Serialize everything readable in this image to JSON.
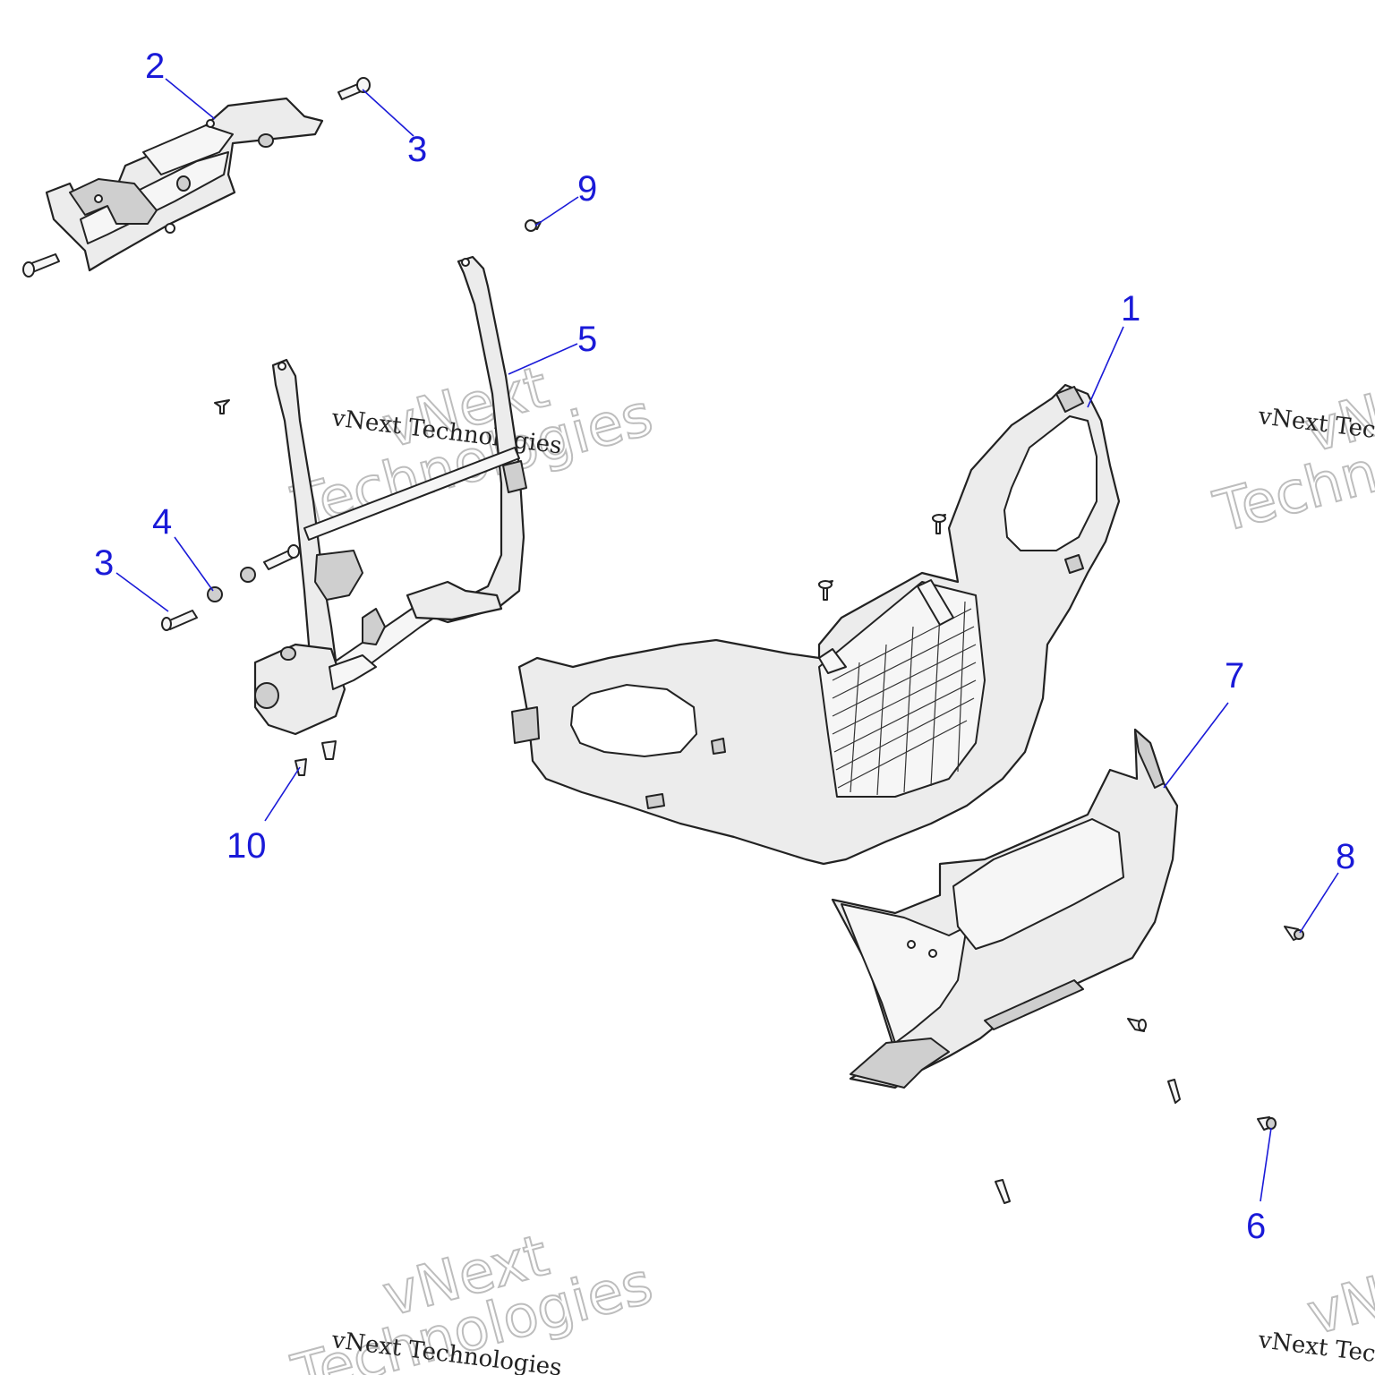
{
  "callouts": [
    {
      "id": "1",
      "label": "1"
    },
    {
      "id": "2",
      "label": "2"
    },
    {
      "id": "3a",
      "label": "3"
    },
    {
      "id": "3b",
      "label": "3"
    },
    {
      "id": "4",
      "label": "4"
    },
    {
      "id": "5",
      "label": "5"
    },
    {
      "id": "6",
      "label": "6"
    },
    {
      "id": "7",
      "label": "7"
    },
    {
      "id": "8",
      "label": "8"
    },
    {
      "id": "9",
      "label": "9"
    },
    {
      "id": "10",
      "label": "10"
    }
  ],
  "watermark": {
    "text": "vNext Technologies",
    "ghost_line1": "vNext",
    "ghost_line2": "Technologies"
  },
  "colors": {
    "callout": "#1a1ad8",
    "line": "#222222",
    "part_fill": "#ececec"
  }
}
